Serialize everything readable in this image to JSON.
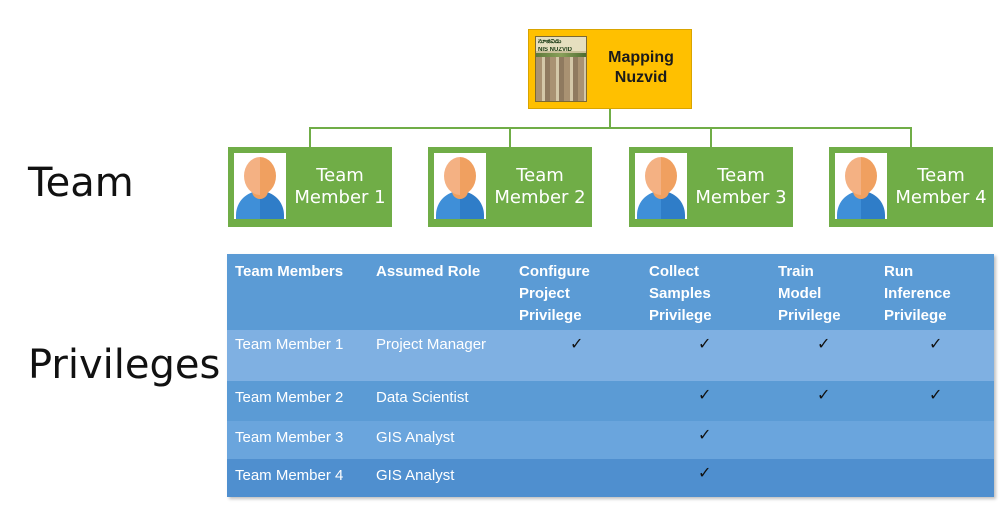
{
  "labels": {
    "team": "Team",
    "privileges": "Privileges"
  },
  "root": {
    "title_line1": "Mapping",
    "title_line2": "Nuzvid",
    "photo_sign_line1": "నూజివీడు",
    "photo_sign_line2": "NIS NUZVID"
  },
  "members": [
    {
      "line1": "Team",
      "line2": "Member 1"
    },
    {
      "line1": "Team",
      "line2": "Member 2"
    },
    {
      "line1": "Team",
      "line2": "Member 3"
    },
    {
      "line1": "Team",
      "line2": "Member 4"
    }
  ],
  "table": {
    "headers": [
      [
        "Team Members"
      ],
      [
        "Assumed Role"
      ],
      [
        "Configure",
        "Project",
        "Privilege"
      ],
      [
        "Collect",
        "Samples",
        "Privilege"
      ],
      [
        "Train",
        "Model",
        "Privilege"
      ],
      [
        "Run",
        "Inference",
        "Privilege"
      ]
    ],
    "check_mark": "✓",
    "rows": [
      {
        "member": "Team Member 1",
        "role": "Project Manager",
        "checks": [
          "✓",
          "✓",
          "✓",
          "✓"
        ]
      },
      {
        "member": "Team Member 2",
        "role": "Data Scientist",
        "checks": [
          "",
          "✓",
          "✓",
          "✓"
        ]
      },
      {
        "member": "Team Member 3",
        "role": "GIS Analyst",
        "checks": [
          "",
          "✓",
          "",
          ""
        ]
      },
      {
        "member": "Team Member 4",
        "role": "GIS Analyst",
        "checks": [
          "",
          "✓",
          "",
          ""
        ]
      }
    ]
  },
  "colors": {
    "root_fill": "#ffc000",
    "member_fill": "#70ad47",
    "connector": "#70ad47",
    "table_header": "#5b9bd5"
  }
}
